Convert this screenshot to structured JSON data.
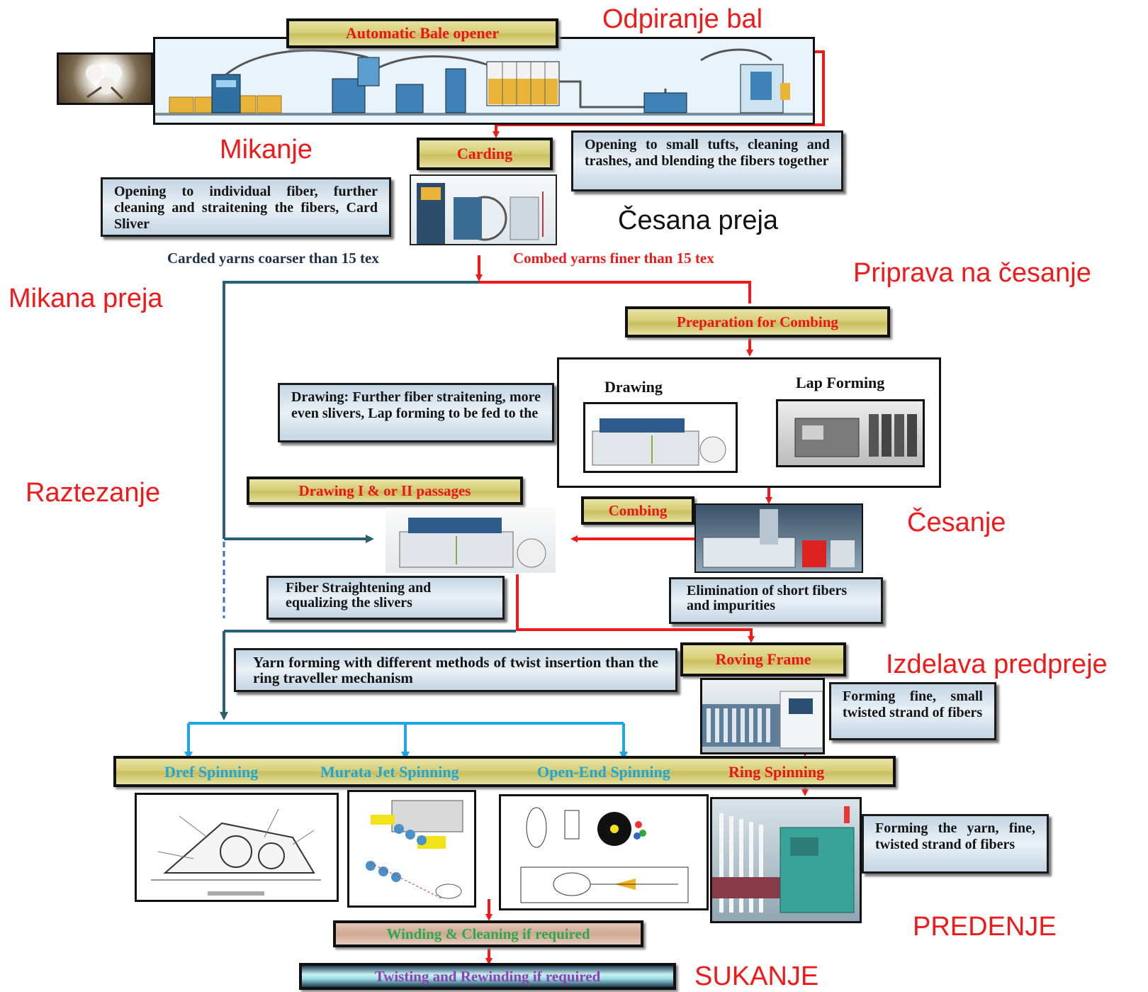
{
  "slovene_labels": {
    "odpiranje_bal": "Odpiranje bal",
    "mikanje": "Mikanje",
    "cesana_preja": "Česana preja",
    "priprava_na_cesanje": "Priprava na česanje",
    "mikana_preja": "Mikana preja",
    "raztezanje": "Raztezanje",
    "cesanje": "Česanje",
    "izdelava_predpreje": "Izdelava predpreje",
    "predenje": "PREDENJE",
    "sukanje": "SUKANJE"
  },
  "stages": {
    "bale_opener": "Automatic Bale opener",
    "carding": "Carding",
    "preparation_for_combing": "Preparation for Combing",
    "drawing": "Drawing",
    "lap_forming": "Lap Forming",
    "drawing_passages": "Drawing I & or II passages",
    "combing": "Combing",
    "roving_frame": "Roving Frame",
    "winding": "Winding & Cleaning if required",
    "twisting": "Twisting and Rewinding if required"
  },
  "spinning": {
    "dref": "Dref Spinning",
    "murata": "Murata Jet Spinning",
    "open_end": "Open-End Spinning",
    "ring": "Ring Spinning"
  },
  "branches": {
    "carded": "Carded yarns coarser than 15 tex",
    "combed": "Combed yarns finer than 15 tex"
  },
  "descriptions": {
    "opening_small_tufts": "Opening to small tufts, cleaning and trashes, and blending the fibers together",
    "opening_individual_fiber": "Opening to individual fiber, further cleaning and straitening the fibers, Card Sliver",
    "drawing_desc": "Drawing: Further fiber straitening, more even slivers, Lap forming to be fed to the",
    "fiber_straightening": "Fiber Straightening and equalizing the slivers",
    "elimination": "Elimination of short fibers and impurities",
    "yarn_forming_methods": "Yarn forming with different methods of twist insertion than the ring traveller mechanism",
    "forming_fine_strand": "Forming fine, small twisted strand of fibers",
    "forming_yarn": "Forming the yarn, fine, twisted strand of fibers"
  },
  "colors": {
    "red_accent": "#f01a1a",
    "flow_teal": "#2b5f75",
    "flow_cyan": "#1ea6e6",
    "box_yellow": "#d7cf78",
    "desc_bluegray": "#c3d5e4",
    "spin_blue": "#1fa6d8",
    "winding_green": "#2ea84a",
    "twisting_purple": "#8e3fb0"
  }
}
